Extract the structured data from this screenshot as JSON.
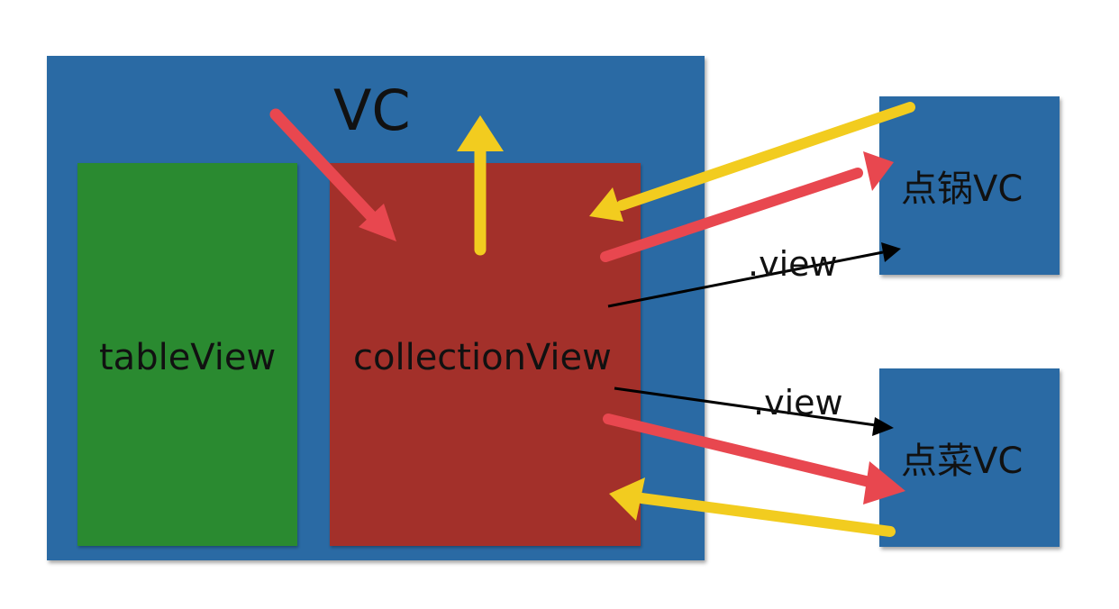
{
  "labels": {
    "vc": "VC",
    "table_view": "tableView",
    "collection_view": "collectionView",
    "pot_vc": "点锅VC",
    "dish_vc": "点菜VC",
    "view_top": ".view",
    "view_bottom": ".view"
  },
  "colors": {
    "vc_background": "#2a6aa4",
    "table_view_background": "#2a8a30",
    "collection_view_background": "#a3302a",
    "child_vc_background": "#2a6aa4",
    "red_arrow": "#e8474f",
    "yellow_arrow": "#f2cc1f",
    "black_arrow": "#000000"
  }
}
